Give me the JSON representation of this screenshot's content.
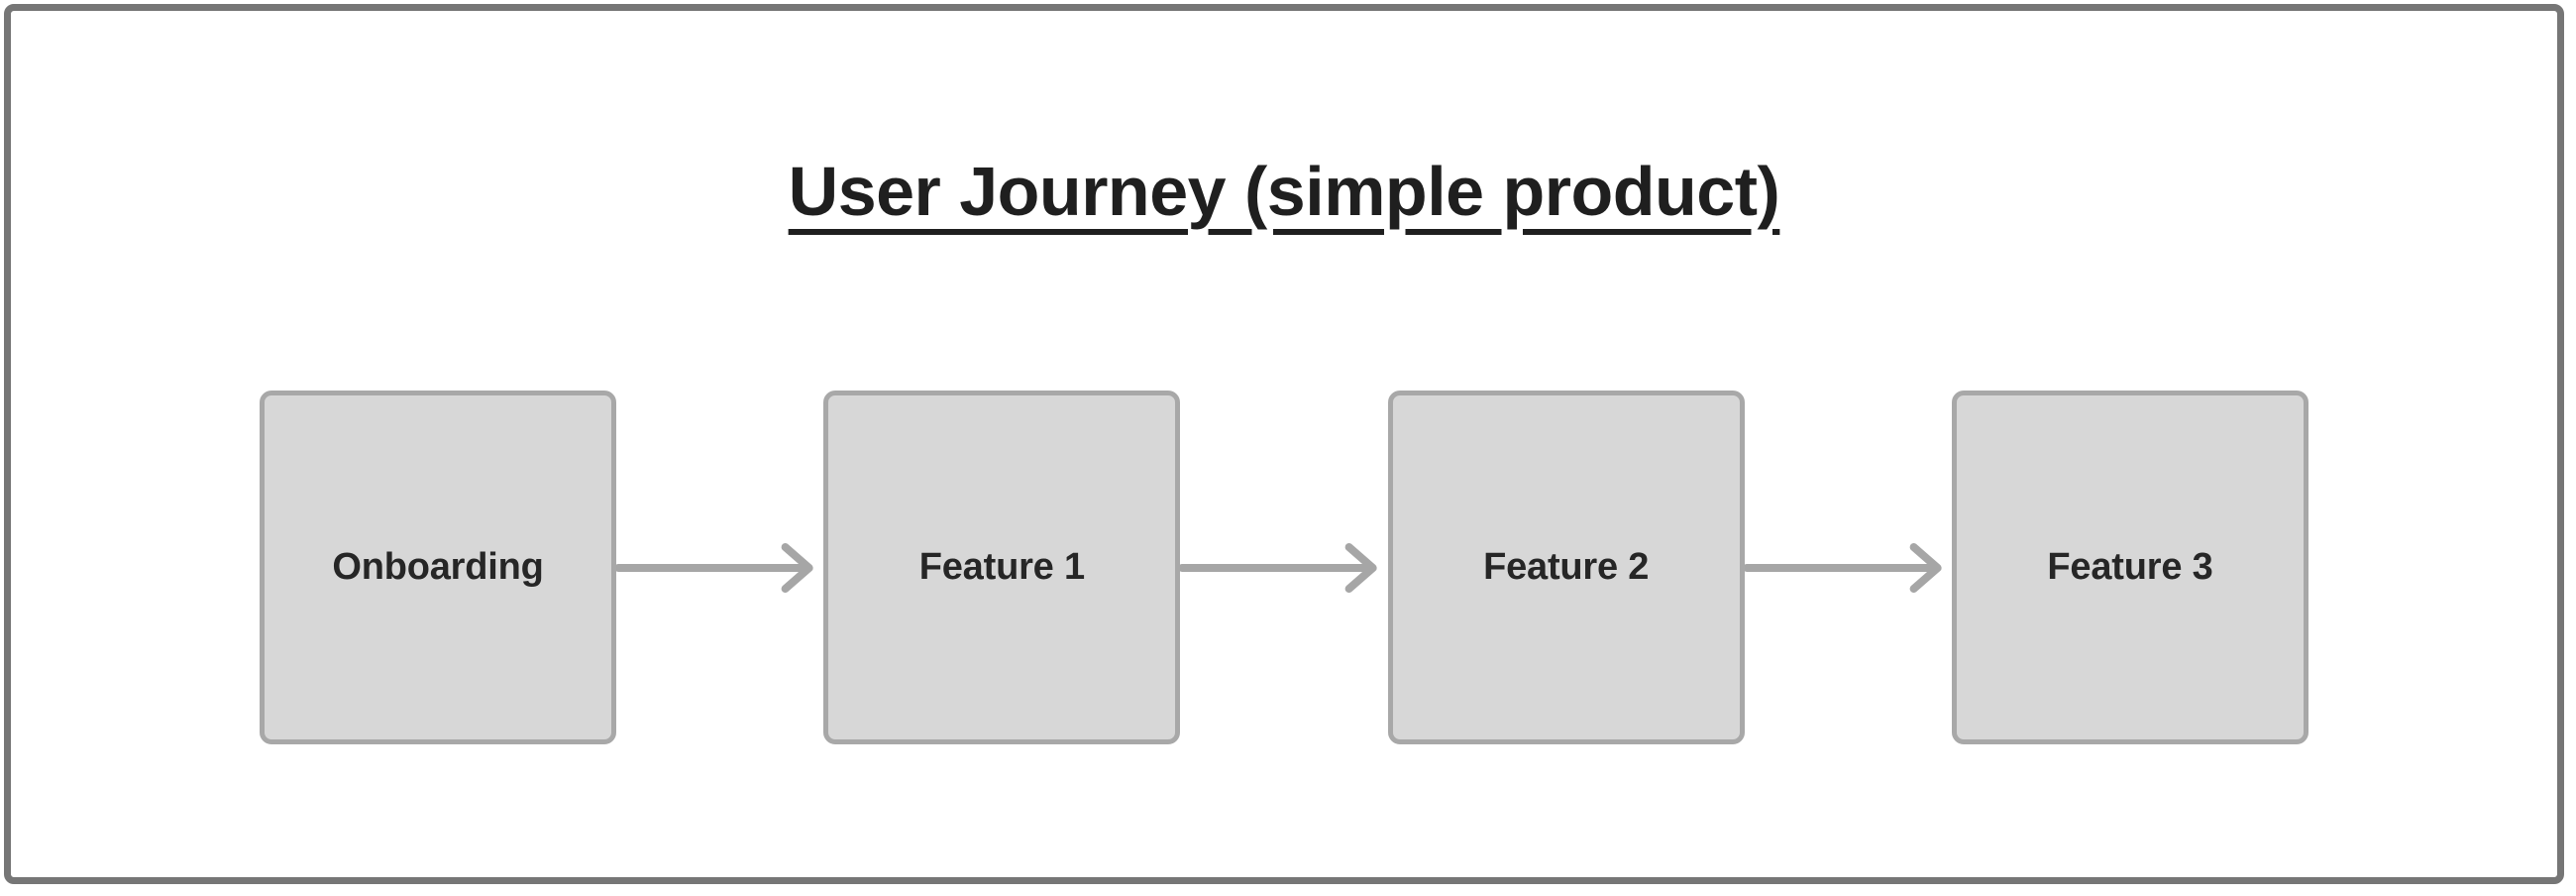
{
  "page": {
    "background_color": "#ffffff",
    "frame_border_color": "#767676"
  },
  "title": {
    "text": "User Journey (simple product)",
    "color": "#1f1f1f",
    "underlined": true
  },
  "diagram": {
    "type": "horizontal-flow",
    "node_fill_color": "#d7d7d7",
    "node_border_color": "#a8a8a8",
    "node_label_color": "#262626",
    "connector_color": "#a6a6a6",
    "nodes": [
      {
        "label": "Onboarding"
      },
      {
        "label": "Feature 1"
      },
      {
        "label": "Feature 2"
      },
      {
        "label": "Feature 3"
      }
    ],
    "connectors": [
      {
        "from": "Onboarding",
        "to": "Feature 1",
        "style": "arrow-right"
      },
      {
        "from": "Feature 1",
        "to": "Feature 2",
        "style": "arrow-right"
      },
      {
        "from": "Feature 2",
        "to": "Feature 3",
        "style": "arrow-right"
      }
    ]
  }
}
